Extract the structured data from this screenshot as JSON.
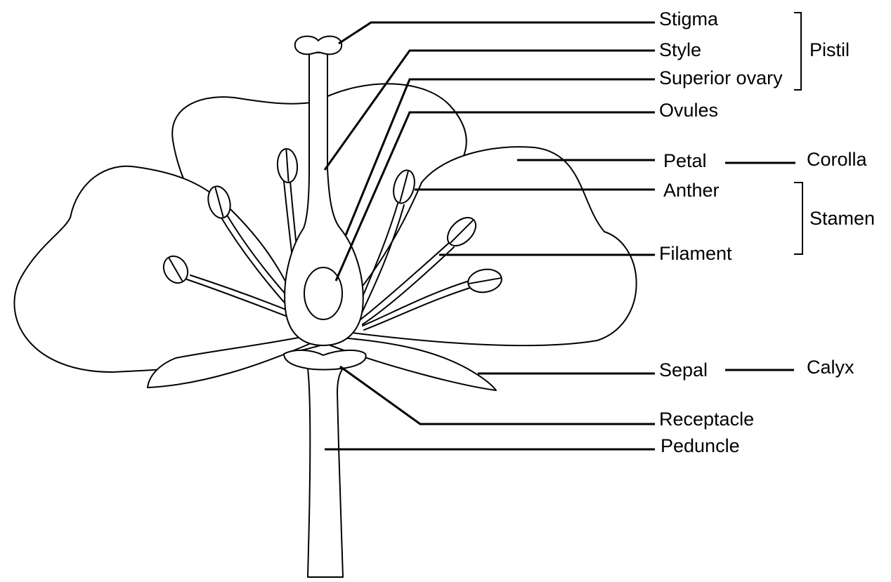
{
  "labels": {
    "stigma": "Stigma",
    "style": "Style",
    "superior_ovary": "Superior ovary",
    "ovules": "Ovules",
    "petal": "Petal",
    "anther": "Anther",
    "filament": "Filament",
    "sepal": "Sepal",
    "receptacle": "Receptacle",
    "peduncle": "Peduncle"
  },
  "groups": {
    "pistil": "Pistil",
    "corolla": "Corolla",
    "stamen": "Stamen",
    "calyx": "Calyx"
  },
  "colors": {
    "line": "#000000",
    "background": "#ffffff"
  }
}
